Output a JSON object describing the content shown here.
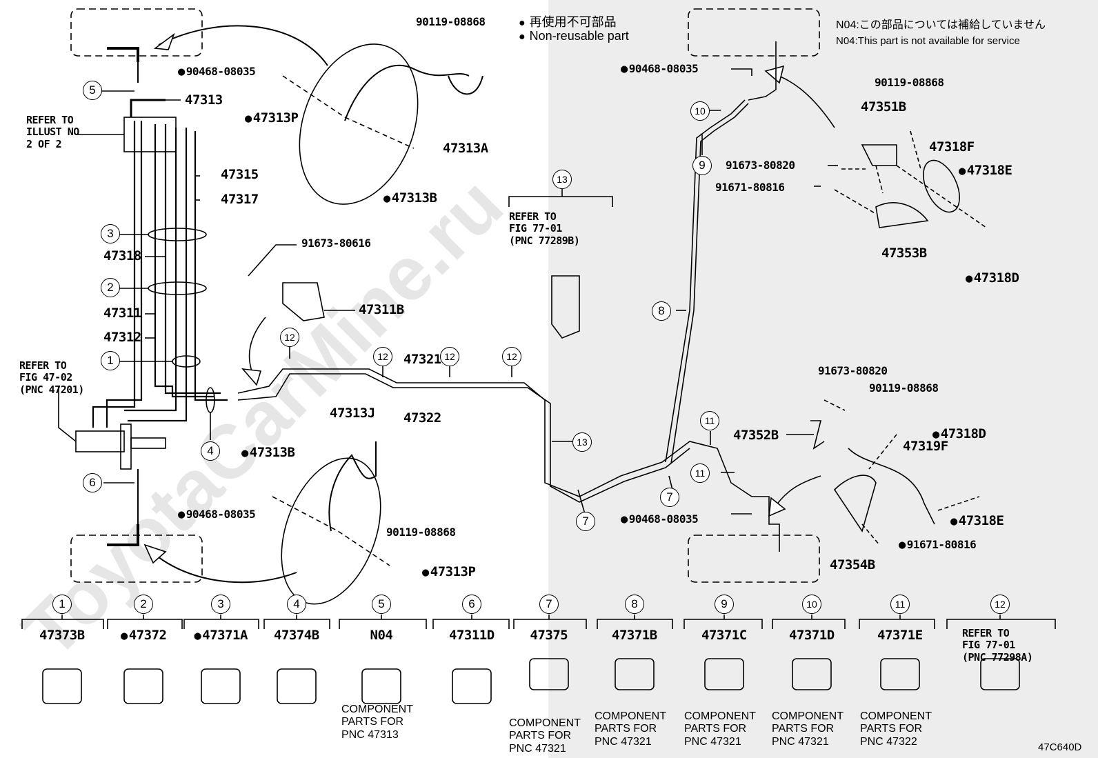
{
  "legend": {
    "bullet": "●",
    "line1": "再使用不可部品",
    "line2": "Non-reusable part"
  },
  "service_note": {
    "line1": "N04:この部品については補給していません",
    "line2": "N04:This part is not available for service"
  },
  "refer_notes": {
    "illust": "REFER TO\nILLUST NO\n2 OF 2",
    "fig4702": "REFER TO\nFIG 47-02\n(PNC 47201)",
    "fig7701_b": "REFER TO\nFIG 77-01\n(PNC 77289B)",
    "fig7701_a": "REFER TO\nFIG 77-01\n(PNC 77298A)"
  },
  "parts": {
    "p90119_08868_top": "90119-08868",
    "p90468_08035_tl": "90468-08035",
    "p47313": "47313",
    "p47313P_top": "47313P",
    "p47313A": "47313A",
    "p47313B_top": "47313B",
    "p47315": "47315",
    "p47317": "47317",
    "p47318": "47318",
    "p47311": "47311",
    "p47312": "47312",
    "p91673_80616": "91673-80616",
    "p47311B": "47311B",
    "p47321": "47321",
    "p47322": "47322",
    "p47313J": "47313J",
    "p47313B_bot": "47313B",
    "p90468_08035_bl": "90468-08035",
    "p90119_08868_mid": "90119-08868",
    "p47313P_bot": "47313P",
    "p90468_08035_tr": "90468-08035",
    "p90119_08868_tr": "90119-08868",
    "p47351B": "47351B",
    "p47318F": "47318F",
    "p47318E_top": "47318E",
    "p91673_80820_top": "91673-80820",
    "p91671_80816_top": "91671-80816",
    "p47353B": "47353B",
    "p47318D_top": "47318D",
    "p91673_80820_bot": "91673-80820",
    "p90119_08868_br": "90119-08868",
    "p47352B": "47352B",
    "p47318D_bot": "47318D",
    "p47319F": "47319F",
    "p90468_08035_br": "90468-08035",
    "p47318E_bot": "47318E",
    "p91671_80816_bot": "91671-80816",
    "p47354B": "47354B"
  },
  "callouts": [
    "1",
    "2",
    "3",
    "4",
    "5",
    "6",
    "7",
    "8",
    "9",
    "10",
    "11",
    "12",
    "13"
  ],
  "bottom_row": [
    {
      "num": "1",
      "part": "47373B",
      "dot": false,
      "note": ""
    },
    {
      "num": "2",
      "part": "47372",
      "dot": true,
      "note": ""
    },
    {
      "num": "3",
      "part": "47371A",
      "dot": true,
      "note": ""
    },
    {
      "num": "4",
      "part": "47374B",
      "dot": false,
      "note": ""
    },
    {
      "num": "5",
      "part": "N04",
      "dot": false,
      "note": "COMPONENT\nPARTS FOR\nPNC 47313"
    },
    {
      "num": "6",
      "part": "47311D",
      "dot": false,
      "note": ""
    },
    {
      "num": "7",
      "part": "47375",
      "dot": false,
      "note": "COMPONENT\nPARTS FOR\nPNC 47321"
    },
    {
      "num": "8",
      "part": "47371B",
      "dot": false,
      "note": "COMPONENT\nPARTS FOR\nPNC 47321"
    },
    {
      "num": "9",
      "part": "47371C",
      "dot": false,
      "note": "COMPONENT\nPARTS FOR\nPNC 47321"
    },
    {
      "num": "10",
      "part": "47371D",
      "dot": false,
      "note": "COMPONENT\nPARTS FOR\nPNC 47321"
    },
    {
      "num": "11",
      "part": "47371E",
      "dot": false,
      "note": "COMPONENT\nPARTS FOR\nPNC 47322"
    },
    {
      "num": "12",
      "part": "",
      "dot": false,
      "note": ""
    }
  ],
  "diagram_code": "47C640D",
  "watermark": "ToyotaCarMine.ru"
}
